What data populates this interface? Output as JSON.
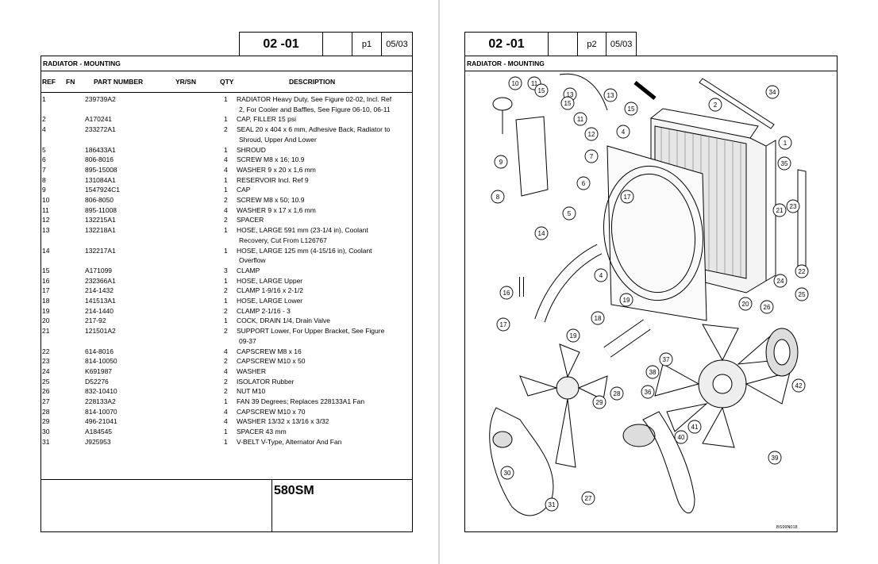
{
  "page1": {
    "header": {
      "code": "02 -01",
      "page": "p1",
      "date": "05/03"
    },
    "title": "RADIATOR - MOUNTING",
    "columns": {
      "ref": "REF",
      "fn": "FN",
      "part": "PART NUMBER",
      "yrsn": "YR/SN",
      "qty": "QTY",
      "desc": "DESCRIPTION"
    },
    "rows": [
      {
        "ref": "1",
        "part": "239739A2",
        "qty": "1",
        "desc": [
          "RADIATOR Heavy Duty, See Figure 02-02, Incl. Ref",
          "2, For Cooler and Baffles, See Figure 06-10, 06-11"
        ]
      },
      {
        "ref": "2",
        "part": "A170241",
        "qty": "1",
        "desc": [
          "CAP, FILLER 15 psi"
        ]
      },
      {
        "ref": "4",
        "part": "233272A1",
        "qty": "2",
        "desc": [
          "SEAL 20 x 404 x 6 mm, Adhesive Back, Radiator to",
          "Shroud, Upper And Lower"
        ]
      },
      {
        "ref": "5",
        "part": "186433A1",
        "qty": "1",
        "desc": [
          "SHROUD"
        ]
      },
      {
        "ref": "6",
        "part": "806-8016",
        "qty": "4",
        "desc": [
          "SCREW M8 x 16; 10.9"
        ]
      },
      {
        "ref": "7",
        "part": "895-15008",
        "qty": "4",
        "desc": [
          "WASHER 9 x 20 x 1,6 mm"
        ]
      },
      {
        "ref": "8",
        "part": "131084A1",
        "qty": "1",
        "desc": [
          "RESERVOIR Incl. Ref 9"
        ]
      },
      {
        "ref": "9",
        "part": "1547924C1",
        "qty": "1",
        "desc": [
          "CAP"
        ]
      },
      {
        "ref": "10",
        "part": "806-8050",
        "qty": "2",
        "desc": [
          "SCREW M8 x 50; 10.9"
        ]
      },
      {
        "ref": "11",
        "part": "895-11008",
        "qty": "4",
        "desc": [
          "WASHER 9 x 17 x 1,6 mm"
        ]
      },
      {
        "ref": "12",
        "part": "132215A1",
        "qty": "2",
        "desc": [
          "SPACER"
        ]
      },
      {
        "ref": "13",
        "part": "132218A1",
        "qty": "1",
        "desc": [
          "HOSE, LARGE 591 mm (23-1/4 in), Coolant",
          "Recovery, Cut From L126767"
        ]
      },
      {
        "ref": "14",
        "part": "132217A1",
        "qty": "1",
        "desc": [
          "HOSE, LARGE 125 mm (4-15/16 in), Coolant",
          "Overflow"
        ]
      },
      {
        "ref": "15",
        "part": "A171099",
        "qty": "3",
        "desc": [
          "CLAMP"
        ]
      },
      {
        "ref": "16",
        "part": "232366A1",
        "qty": "1",
        "desc": [
          "HOSE, LARGE Upper"
        ]
      },
      {
        "ref": "17",
        "part": "214-1432",
        "qty": "2",
        "desc": [
          "CLAMP 1-9/16 x 2-1/2"
        ]
      },
      {
        "ref": "18",
        "part": "141513A1",
        "qty": "1",
        "desc": [
          "HOSE, LARGE Lower"
        ]
      },
      {
        "ref": "19",
        "part": "214-1440",
        "qty": "2",
        "desc": [
          "CLAMP 2-1/16 - 3"
        ]
      },
      {
        "ref": "20",
        "part": "217-92",
        "qty": "1",
        "desc": [
          "COCK, DRAIN 1/4, Drain Valve"
        ]
      },
      {
        "ref": "21",
        "part": "121501A2",
        "qty": "2",
        "desc": [
          "SUPPORT Lower, For Upper Bracket, See Figure",
          "09-37"
        ]
      },
      {
        "ref": "22",
        "part": "614-8016",
        "qty": "4",
        "desc": [
          "CAPSCREW M8 x 16"
        ]
      },
      {
        "ref": "23",
        "part": "814-10050",
        "qty": "2",
        "desc": [
          "CAPSCREW M10 x 50"
        ]
      },
      {
        "ref": "24",
        "part": "K691987",
        "qty": "4",
        "desc": [
          "WASHER"
        ]
      },
      {
        "ref": "25",
        "part": "D52276",
        "qty": "2",
        "desc": [
          "ISOLATOR Rubber"
        ]
      },
      {
        "ref": "26",
        "part": "832-10410",
        "qty": "2",
        "desc": [
          "NUT M10"
        ]
      },
      {
        "ref": "27",
        "part": "228133A2",
        "qty": "1",
        "desc": [
          "FAN 39 Degrees; Replaces 228133A1 Fan"
        ]
      },
      {
        "ref": "28",
        "part": "814-10070",
        "qty": "4",
        "desc": [
          "CAPSCREW M10 x 70"
        ]
      },
      {
        "ref": "29",
        "part": "496-21041",
        "qty": "4",
        "desc": [
          "WASHER 13/32 x 13/16 x 3/32"
        ]
      },
      {
        "ref": "30",
        "part": "A184545",
        "qty": "1",
        "desc": [
          "SPACER 43 mm"
        ]
      },
      {
        "ref": "31",
        "part": "J925953",
        "qty": "1",
        "desc": [
          "V-BELT V-Type, Alternator And Fan"
        ]
      }
    ],
    "model": "580SM"
  },
  "page2": {
    "header": {
      "code": "02 -01",
      "page": "p2",
      "date": "05/03"
    },
    "title": "RADIATOR - MOUNTING",
    "illustration_id": "BS99N018",
    "callouts": [
      "1",
      "2",
      "4",
      "4",
      "5",
      "6",
      "7",
      "8",
      "9",
      "10",
      "11",
      "11",
      "12",
      "13",
      "13",
      "14",
      "15",
      "15",
      "15",
      "16",
      "17",
      "17",
      "18",
      "19",
      "19",
      "20",
      "21",
      "22",
      "23",
      "24",
      "25",
      "26",
      "27",
      "28",
      "29",
      "30",
      "31",
      "34",
      "35",
      "36",
      "37",
      "38",
      "39",
      "40",
      "41",
      "42"
    ]
  }
}
